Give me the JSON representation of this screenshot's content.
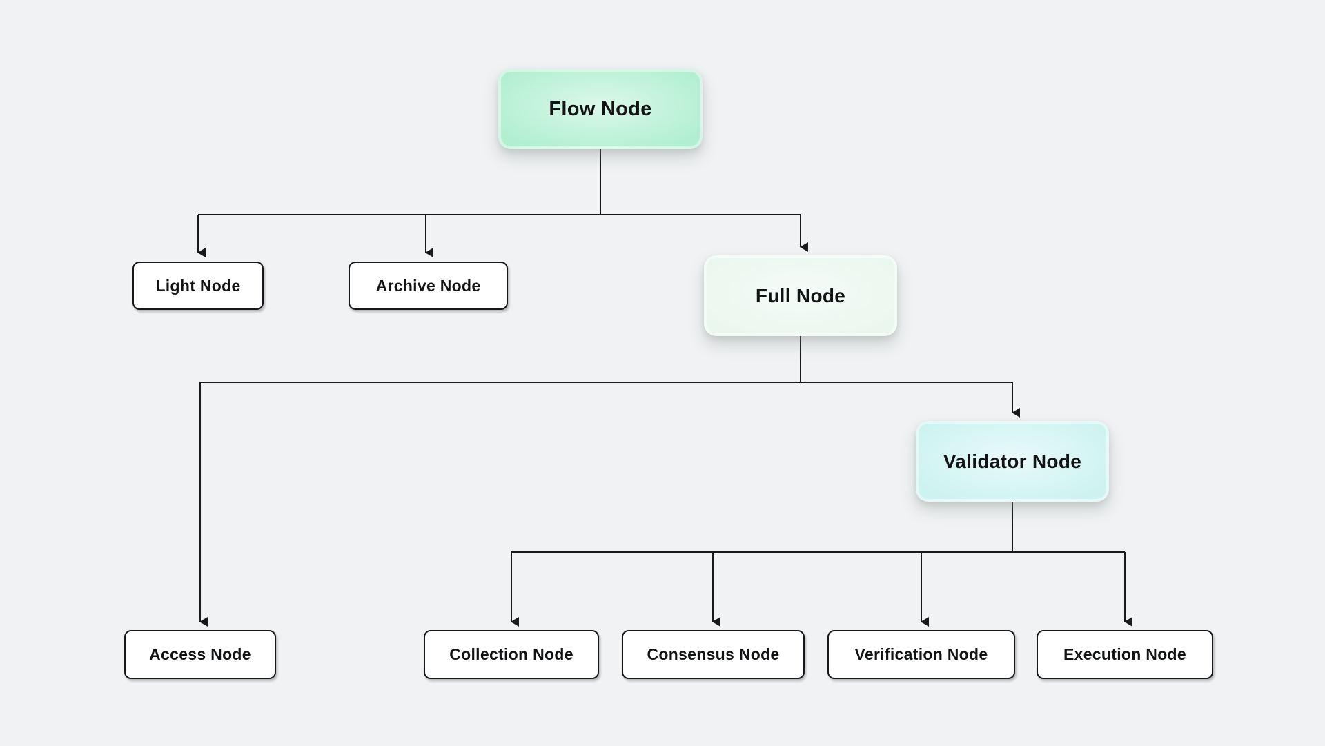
{
  "diagram": {
    "type": "tree",
    "background": "#f1f2f4",
    "line_color": "#1a1a1a",
    "text_color": "#121315",
    "nodes": {
      "flow": {
        "label": "Flow Node",
        "fill": "#b2efd1"
      },
      "light": {
        "label": "Light Node",
        "fill": "#ffffff"
      },
      "archive": {
        "label": "Archive Node",
        "fill": "#ffffff"
      },
      "full": {
        "label": "Full Node",
        "fill": "#eaf7ef"
      },
      "access": {
        "label": "Access Node",
        "fill": "#ffffff"
      },
      "validator": {
        "label": "Validator Node",
        "fill": "#cdf3f1"
      },
      "collection": {
        "label": "Collection Node",
        "fill": "#ffffff"
      },
      "consensus": {
        "label": "Consensus Node",
        "fill": "#ffffff"
      },
      "verification": {
        "label": "Verification Node",
        "fill": "#ffffff"
      },
      "execution": {
        "label": "Execution Node",
        "fill": "#ffffff"
      }
    },
    "edges": [
      {
        "from": "flow",
        "to": "light"
      },
      {
        "from": "flow",
        "to": "archive"
      },
      {
        "from": "flow",
        "to": "full"
      },
      {
        "from": "full",
        "to": "access"
      },
      {
        "from": "full",
        "to": "validator"
      },
      {
        "from": "validator",
        "to": "collection"
      },
      {
        "from": "validator",
        "to": "consensus"
      },
      {
        "from": "validator",
        "to": "verification"
      },
      {
        "from": "validator",
        "to": "execution"
      }
    ]
  }
}
